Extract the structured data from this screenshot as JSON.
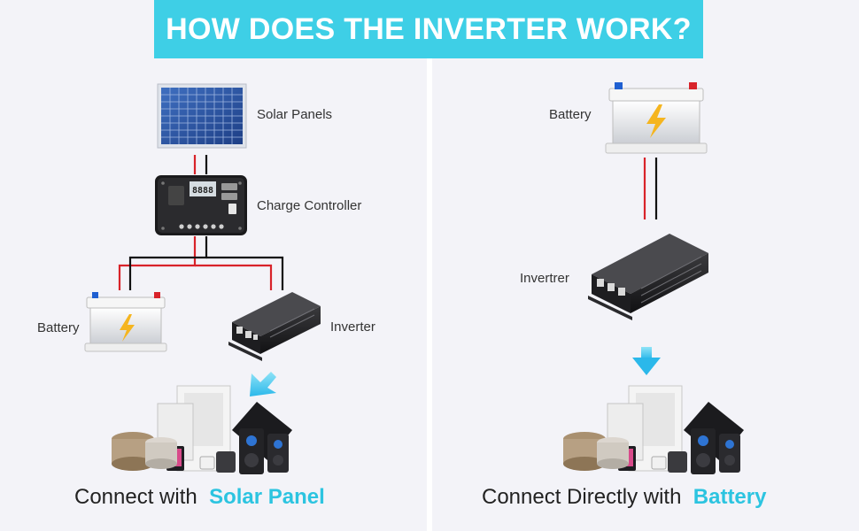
{
  "banner": {
    "title": "HOW DOES THE INVERTER WORK?"
  },
  "left": {
    "solar_label": "Solar Panels",
    "controller_label": "Charge Controller",
    "controller_display": "8888",
    "battery_label": "Battery",
    "inverter_label": "Inverter",
    "caption_prefix": "Connect with",
    "caption_highlight": "Solar Panel"
  },
  "right": {
    "battery_label": "Battery",
    "inverter_label": "Invertrer",
    "caption_prefix": "Connect Directly with",
    "caption_highlight": "Battery"
  },
  "colors": {
    "banner": "#3ecfe6",
    "highlight": "#2cc4e0",
    "wire_positive": "#d8232a",
    "wire_negative": "#111111",
    "arrow": "#2bb8ea"
  }
}
